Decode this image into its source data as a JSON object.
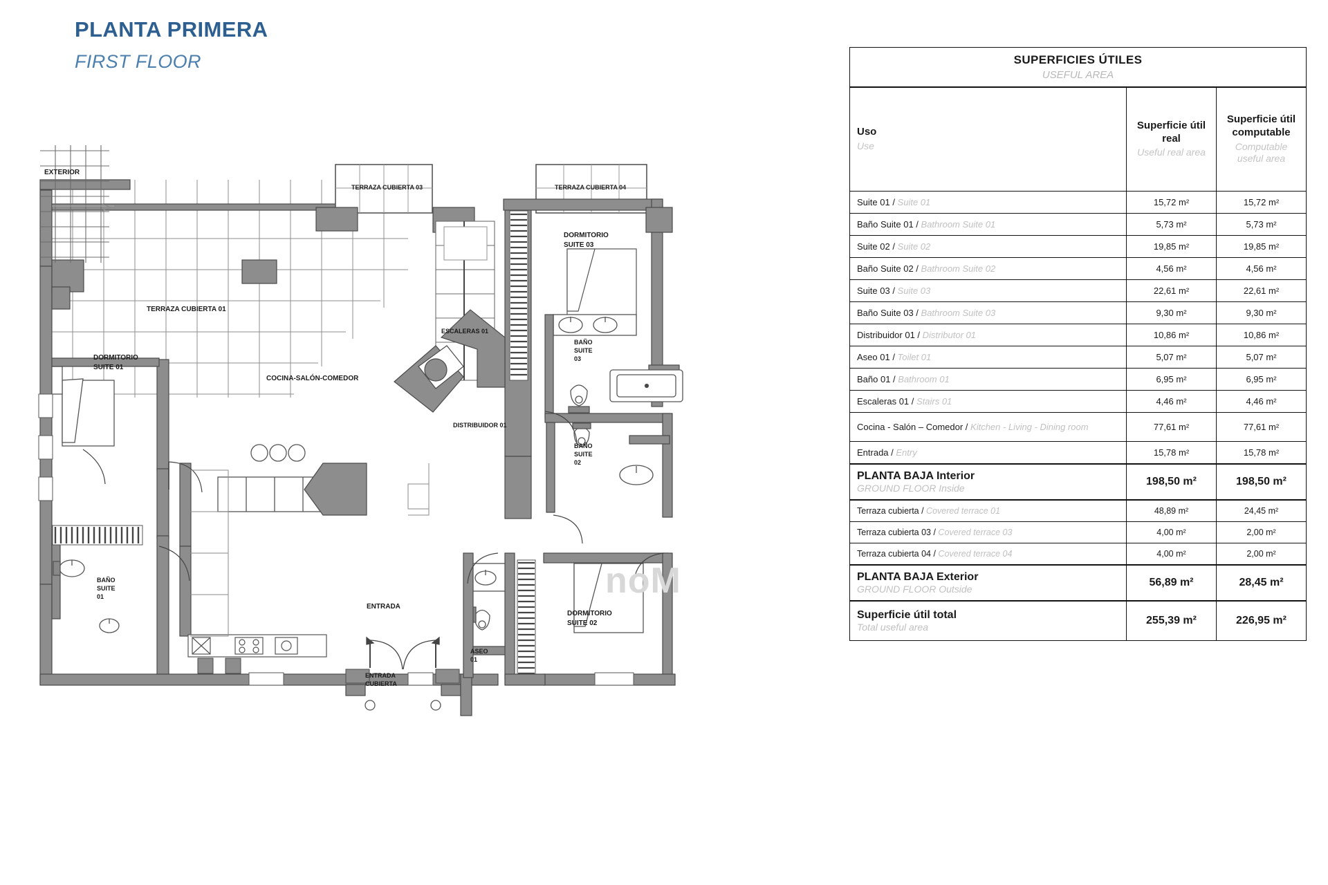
{
  "header": {
    "title_es": "PLANTA PRIMERA",
    "title_en": "FIRST FLOOR",
    "accent_color": "#2d5f90",
    "accent_color_secondary": "#4a7fae"
  },
  "watermark": {
    "text": "noM"
  },
  "table": {
    "title_es": "SUPERFICIES ÚTILES",
    "title_en": "USEFUL AREA",
    "columns": {
      "use_es": "Uso",
      "use_en": "Use",
      "real_es": "Superficie útil real",
      "real_en": "Useful real area",
      "computable_es": "Superficie útil computable",
      "computable_en": "Computable useful area"
    },
    "rows": [
      {
        "es": "Suite 01 /",
        "en": "Suite 01",
        "real": "15,72 m²",
        "computable": "15,72 m²",
        "kind": "normal"
      },
      {
        "es": "Baño Suite 01 /",
        "en": "Bathroom Suite 01",
        "real": "5,73 m²",
        "computable": "5,73 m²",
        "kind": "normal"
      },
      {
        "es": "Suite 02 /",
        "en": "Suite 02",
        "real": "19,85 m²",
        "computable": "19,85 m²",
        "kind": "normal"
      },
      {
        "es": "Baño Suite 02 /",
        "en": "Bathroom Suite 02",
        "real": "4,56 m²",
        "computable": "4,56 m²",
        "kind": "normal"
      },
      {
        "es": "Suite 03 /",
        "en": "Suite 03",
        "real": "22,61 m²",
        "computable": "22,61 m²",
        "kind": "normal"
      },
      {
        "es": "Baño Suite 03 /",
        "en": "Bathroom Suite 03",
        "real": "9,30 m²",
        "computable": "9,30 m²",
        "kind": "normal"
      },
      {
        "es": "Distribuidor 01 /",
        "en": "Distributor 01",
        "real": "10,86 m²",
        "computable": "10,86 m²",
        "kind": "normal"
      },
      {
        "es": "Aseo 01 /",
        "en": "Toilet 01",
        "real": "5,07 m²",
        "computable": "5,07 m²",
        "kind": "normal"
      },
      {
        "es": "Baño 01 /",
        "en": "Bathroom 01",
        "real": "6,95 m²",
        "computable": "6,95 m²",
        "kind": "normal"
      },
      {
        "es": "Escaleras 01 /",
        "en": "Stairs 01",
        "real": "4,46 m²",
        "computable": "4,46 m²",
        "kind": "normal"
      },
      {
        "es": "Cocina - Salón – Comedor /",
        "en": "Kitchen - Living - Dining room",
        "real": "77,61 m²",
        "computable": "77,61 m²",
        "kind": "tall"
      },
      {
        "es": "Entrada /",
        "en": "Entry",
        "real": "15,78 m²",
        "computable": "15,78 m²",
        "kind": "normal"
      },
      {
        "es": "PLANTA BAJA Interior",
        "en": "GROUND FLOOR Inside",
        "real": "198,50 m²",
        "computable": "198,50 m²",
        "kind": "total"
      },
      {
        "es": "Terraza cubierta /",
        "en": "Covered terrace 01",
        "real": "48,89 m²",
        "computable": "24,45 m²",
        "kind": "sub"
      },
      {
        "es": "Terraza cubierta 03 /",
        "en": "Covered terrace 03",
        "real": "4,00 m²",
        "computable": "2,00 m²",
        "kind": "sub"
      },
      {
        "es": "Terraza cubierta 04 /",
        "en": "Covered terrace 04",
        "real": "4,00 m²",
        "computable": "2,00 m²",
        "kind": "sub"
      },
      {
        "es": "PLANTA BAJA Exterior",
        "en": "GROUND FLOOR Outside",
        "real": "56,89  m²",
        "computable": "28,45 m²",
        "kind": "total"
      },
      {
        "es": "Superficie útil total",
        "en": "Total useful area",
        "real": "255,39 m²",
        "computable": "226,95 m²",
        "kind": "grand"
      }
    ]
  },
  "plan": {
    "labels": {
      "exterior": "EXTERIOR",
      "terraza_01": "TERRAZA CUBIERTA 01",
      "terraza_03": "TERRAZA CUBIERTA 03",
      "terraza_04": "TERRAZA CUBIERTA 04",
      "dormitorio_01_l1": "DORMITORIO",
      "dormitorio_01_l2": "SUITE  01",
      "dormitorio_02_l1": "DORMITORIO",
      "dormitorio_02_l2": "SUITE  02",
      "dormitorio_03_l1": "DORMITORIO",
      "dormitorio_03_l2": "SUITE  03",
      "bano_01_l1": "BAÑO",
      "bano_01_l2": "SUITE",
      "bano_01_l3": "01",
      "bano_02_l1": "BAÑO",
      "bano_02_l2": "SUITE",
      "bano_02_l3": "02",
      "bano_03_l1": "BAÑO",
      "bano_03_l2": "SUITE",
      "bano_03_l3": "03",
      "cocina": "COCINA-SALÓN-COMEDOR",
      "distribuidor": "DISTRIBUIDOR 01",
      "escaleras": "ESCALERAS 01",
      "entrada": "ENTRADA",
      "entrada_cubierta_l1": "ENTRADA",
      "entrada_cubierta_l2": "CUBIERTA",
      "aseo_l1": "ASEO",
      "aseo_l2": "01"
    },
    "colors": {
      "wall_fill": "#8d8d8d",
      "wall_stroke": "#4a4a4a",
      "thin_line": "#6b6b6b",
      "tile_line": "#8a8a8a",
      "label_text": "#1a1a1a"
    }
  }
}
